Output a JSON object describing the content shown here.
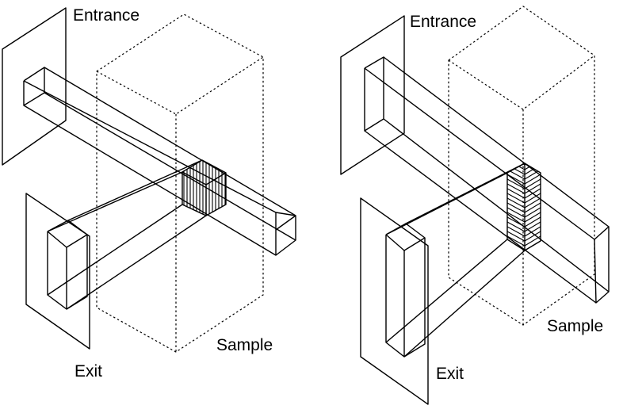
{
  "panels": [
    {
      "id": "left",
      "labels": {
        "entrance": "Entrance",
        "exit": "Exit",
        "sample": "Sample"
      }
    },
    {
      "id": "right",
      "labels": {
        "entrance": "Entrance",
        "exit": "Exit",
        "sample": "Sample"
      }
    }
  ]
}
